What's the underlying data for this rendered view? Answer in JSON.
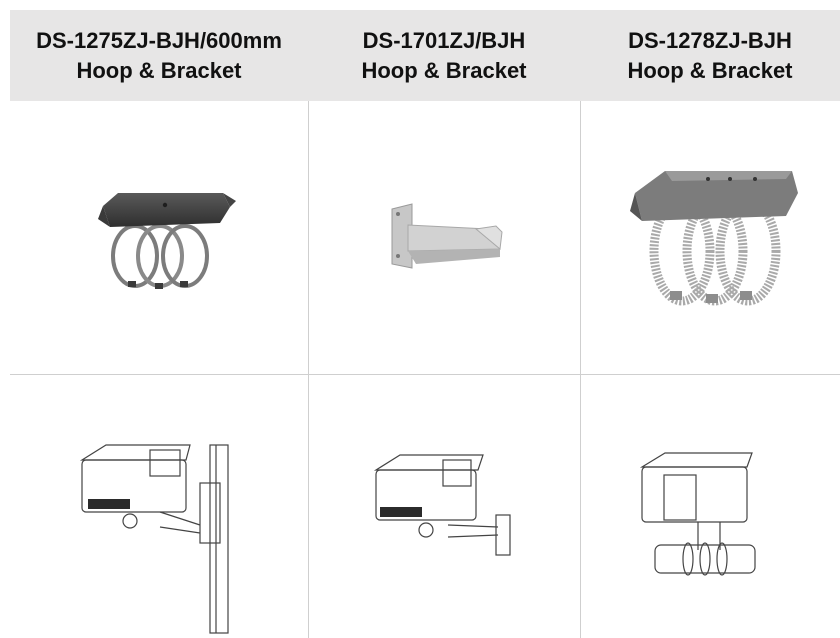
{
  "columns": [
    {
      "title": "DS-1275ZJ-BJH/600mm",
      "subtitle": "Hoop & Bracket"
    },
    {
      "title": "DS-1701ZJ/BJH",
      "subtitle": "Hoop & Bracket"
    },
    {
      "title": "DS-1278ZJ-BJH",
      "subtitle": "Hoop & Bracket"
    }
  ],
  "colors": {
    "header_bg": "#e7e6e6",
    "grid_line": "#cfcfcf",
    "metal_dark": "#6e6e6e",
    "metal_light": "#c8c8c8"
  }
}
